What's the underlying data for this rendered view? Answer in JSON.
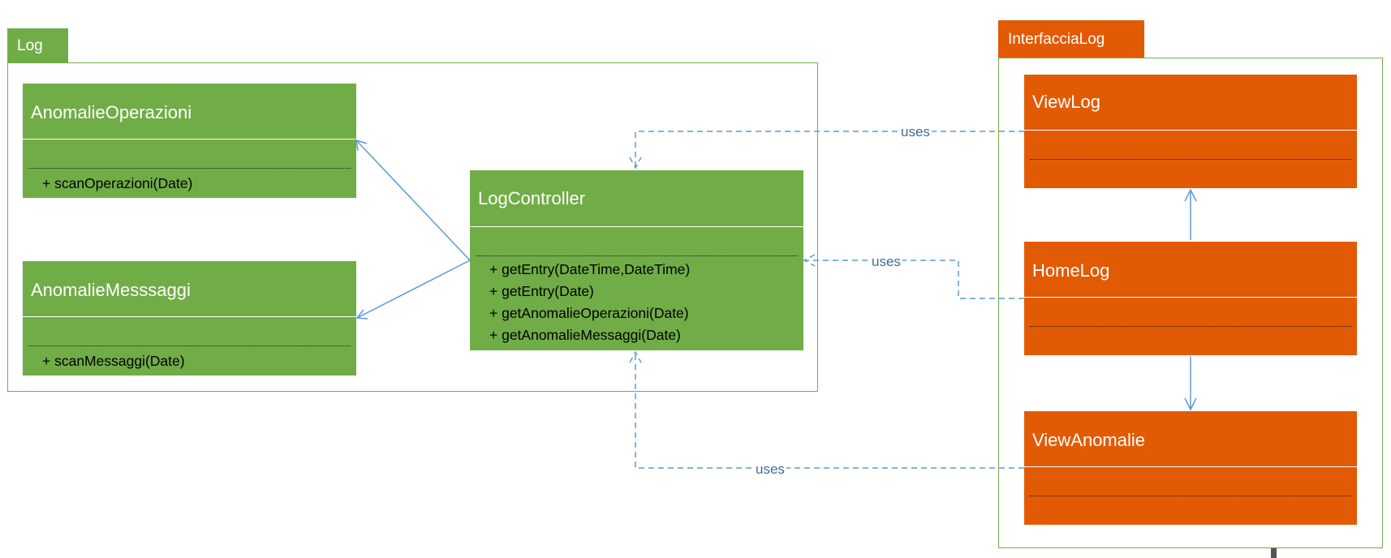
{
  "packages": {
    "log": {
      "label": "Log"
    },
    "interface": {
      "label": "InterfacciaLog"
    }
  },
  "classes": {
    "anomalie_operazioni": {
      "name": "AnomalieOperazioni",
      "operations": [
        "+ scanOperazioni(Date)"
      ]
    },
    "anomalie_messaggi": {
      "name": "AnomalieMesssaggi",
      "operations": [
        "+ scanMessaggi(Date)"
      ]
    },
    "log_controller": {
      "name": "LogController",
      "operations": [
        "+ getEntry(DateTime,DateTime)",
        "+ getEntry(Date)",
        "+ getAnomalieOperazioni(Date)",
        "+ getAnomalieMessaggi(Date)"
      ]
    },
    "view_log": {
      "name": "ViewLog",
      "operations": []
    },
    "home_log": {
      "name": "HomeLog",
      "operations": []
    },
    "view_anomalie": {
      "name": "ViewAnomalie",
      "operations": []
    }
  },
  "relations": {
    "uses_viewlog": "uses",
    "uses_homelog": "uses",
    "uses_viewanomalie": "uses"
  },
  "colors": {
    "log_package": "#70ad47",
    "interface_package": "#e35a05",
    "connector": "#5b9bd5"
  }
}
